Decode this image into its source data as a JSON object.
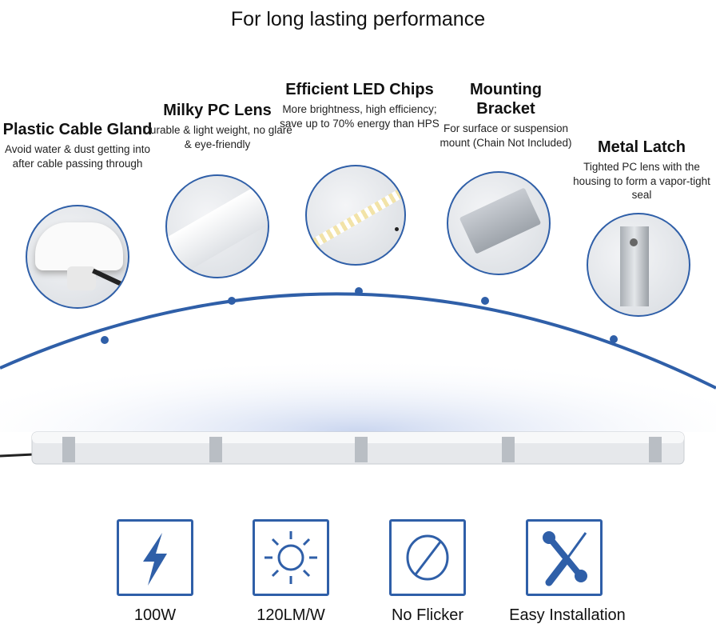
{
  "title": "For long lasting performance",
  "features": [
    {
      "title": "Plastic Cable Gland",
      "desc": "Avoid water & dust getting into after cable passing through"
    },
    {
      "title": "Milky PC Lens",
      "desc": "Durable & light weight, no glare & eye-friendly"
    },
    {
      "title": "Efficient LED Chips",
      "desc": "More brightness, high efficiency; save up to 70% energy than HPS"
    },
    {
      "title": "Mounting Bracket",
      "desc": "For surface or suspension mount (Chain Not Included)"
    },
    {
      "title": "Metal Latch",
      "desc": "Tighted PC lens with the housing to form a vapor-tight seal"
    }
  ],
  "specs": [
    {
      "icon": "lightning-icon",
      "label": "100W"
    },
    {
      "icon": "sun-icon",
      "label": "120LM/W"
    },
    {
      "icon": "no-flicker-icon",
      "label": "No Flicker"
    },
    {
      "icon": "tools-icon",
      "label": "Easy Installation"
    }
  ],
  "accent": "#2f5fa8"
}
